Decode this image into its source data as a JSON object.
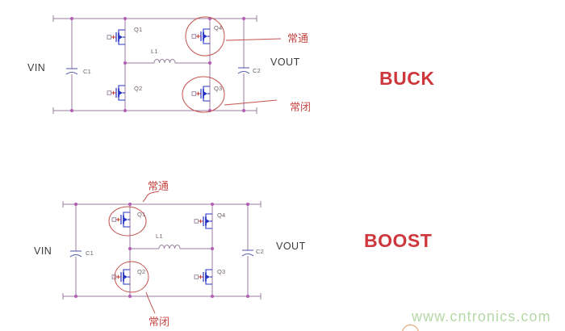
{
  "buck": {
    "title": "BUCK",
    "input_label": "VIN",
    "output_label": "VOUT",
    "components": {
      "q1": "Q1",
      "q2": "Q2",
      "q3": "Q3",
      "q4": "Q4",
      "c1": "C1",
      "c2": "C2",
      "l1": "L1"
    },
    "annotations": {
      "always_on": "常通",
      "always_off": "常闭"
    }
  },
  "boost": {
    "title": "BOOST",
    "input_label": "VIN",
    "output_label": "VOUT",
    "components": {
      "q1": "Q1",
      "q2": "Q2",
      "q3": "Q3",
      "q4": "Q4",
      "c1": "C1",
      "c2": "C2",
      "l1": "L1"
    },
    "annotations": {
      "always_on": "常通",
      "always_off": "常闭"
    }
  },
  "watermark": {
    "text": "www.cntronics.com"
  },
  "colors": {
    "wire": "#9a7ca1",
    "junction_dot": "#b25cb2",
    "mosfet_blue": "#2733c4",
    "mosfet_red": "#c33a35",
    "capacitor": "#5a62ae",
    "annotation_red": "#c4524e",
    "title_red": "#ce373c",
    "signal_text": "#3c3c3c",
    "part_label": "#6d5f64",
    "watermark_green": "#b6d8a8",
    "watermark_orange": "#dd9a62",
    "background": "#ffffff"
  }
}
